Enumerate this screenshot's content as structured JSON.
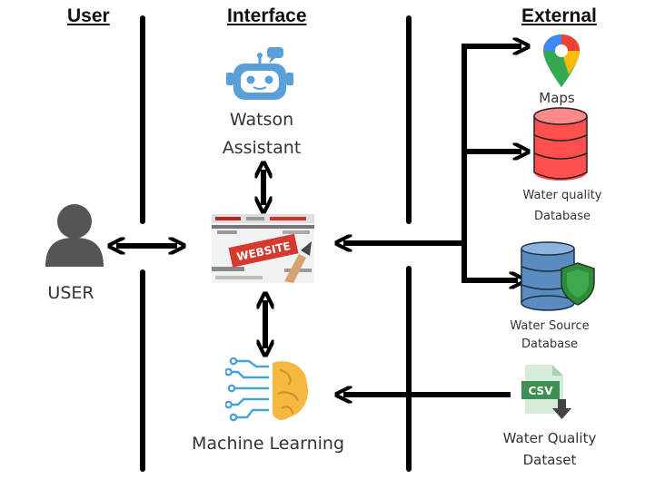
{
  "headers": {
    "user": "User",
    "interface": "Interface",
    "external": "External"
  },
  "user_node": {
    "label": "USER",
    "icon": "person-icon"
  },
  "interface": {
    "assistant": {
      "line1": "Watson",
      "line2": "Assistant",
      "icon": "robot-icon"
    },
    "website": {
      "sign": "WEBSITE",
      "icon": "website-collage-icon"
    },
    "ml": {
      "label": "Machine Learning",
      "icon": "brain-circuit-icon"
    }
  },
  "external": {
    "maps": {
      "label": "Maps",
      "icon": "map-pin-icon"
    },
    "water_quality_db": {
      "line1": "Water quality",
      "line2": "Database",
      "icon": "database-icon"
    },
    "water_source_db": {
      "line1": "Water Source",
      "line2": "Database",
      "icon": "secure-database-icon"
    },
    "water_quality_dataset": {
      "line1": "Water Quality",
      "line2": "Dataset",
      "icon": "csv-file-icon",
      "badge": "CSV"
    }
  },
  "colors": {
    "line": "#000000",
    "robot": "#5aa0d8",
    "db_red": "#ff4f4f",
    "db_blue": "#5b8cbf",
    "shield": "#2e8b3a",
    "brain_orange": "#f4b942",
    "brain_blue": "#4aa3d8",
    "csv_green": "#3f8f55",
    "person": "#555555"
  }
}
